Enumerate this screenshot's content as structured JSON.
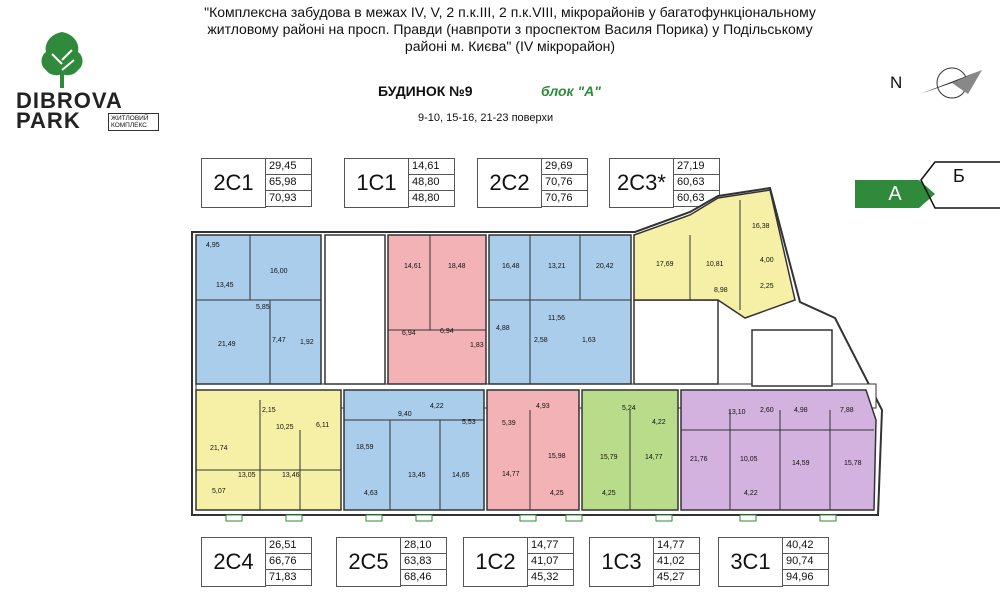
{
  "header": {
    "title_lines": [
      "\"Комплексна забудова в межах  IV, V, 2 п.к.III, 2 п.к.VIII, мікрорайонів у багатофункціональному",
      "житловому районі  на просп. Правди (навпроти з проспектом Василя Порика) у Подільському",
      "районі м. Києва\" (IV мікрорайон)"
    ],
    "house": "БУДИНОК №9",
    "block": "блок \"А\"",
    "floors": "9-10, 15-16, 21-23 поверхи"
  },
  "logo": {
    "line1": "DIBROVA",
    "line2": "PARK",
    "sub": "ЖИТЛОВИЙ КОМПЛЕКС"
  },
  "compass": {
    "letter": "N"
  },
  "sections": {
    "active": "A",
    "other": "Б"
  },
  "labels": {
    "top": [
      {
        "code": "2С1",
        "areas": [
          "29,45",
          "65,98",
          "70,93"
        ]
      },
      {
        "code": "1С1",
        "areas": [
          "14,61",
          "48,80",
          "48,80"
        ]
      },
      {
        "code": "2С2",
        "areas": [
          "29,69",
          "70,76",
          "70,76"
        ]
      },
      {
        "code": "2С3*",
        "areas": [
          "27,19",
          "60,63",
          "60,63"
        ]
      }
    ],
    "bottom": [
      {
        "code": "2С4",
        "areas": [
          "26,51",
          "66,76",
          "71,83"
        ]
      },
      {
        "code": "2С5",
        "areas": [
          "28,10",
          "63,83",
          "68,46"
        ]
      },
      {
        "code": "1С2",
        "areas": [
          "14,77",
          "41,07",
          "45,32"
        ]
      },
      {
        "code": "1С3",
        "areas": [
          "14,77",
          "41,02",
          "45,27"
        ]
      },
      {
        "code": "3С1",
        "areas": [
          "40,42",
          "90,74",
          "94,96"
        ]
      }
    ]
  },
  "colors": {
    "2C1": "#a9cdea",
    "1C1": "#f3b3b6",
    "2C2": "#a9cdea",
    "2C3": "#f5f0a6",
    "2C4": "#f5f0a6",
    "2C5": "#a9cdea",
    "1C2": "#f3b3b6",
    "1C3": "#b8dc8a",
    "3C1": "#d4b2e0",
    "common": "#ffffff",
    "wall": "#333333",
    "accent": "#2f8a3b"
  },
  "room_areas": {
    "2C1": [
      "4,95",
      "16,00",
      "13,45",
      "5,85",
      "21,49",
      "7,47",
      "1,92"
    ],
    "1C1": [
      "14,61",
      "18,48",
      "6,94",
      "6,94",
      "1,83"
    ],
    "2C2": [
      "16,48",
      "13,21",
      "20,42",
      "4,88",
      "11,56",
      "2,58",
      "1,63"
    ],
    "2C3": [
      "17,69",
      "10,81",
      "16,38",
      "4,00",
      "8,98",
      "2,25"
    ],
    "2C4": [
      "2,15",
      "10,25",
      "6,11",
      "21,74",
      "13,05",
      "13,46",
      "5,07"
    ],
    "2C5": [
      "9,40",
      "4,22",
      "5,53",
      "18,59",
      "13,45",
      "14,65",
      "4,63"
    ],
    "1C2": [
      "5,39",
      "4,93",
      "14,77",
      "15,98",
      "4,25"
    ],
    "1C3": [
      "5,24",
      "4,22",
      "15,79",
      "14,77",
      "4,25"
    ],
    "3C1": [
      "13,10",
      "2,60",
      "4,98",
      "7,88",
      "21,76",
      "10,05",
      "14,59",
      "15,78",
      "4,22"
    ]
  }
}
